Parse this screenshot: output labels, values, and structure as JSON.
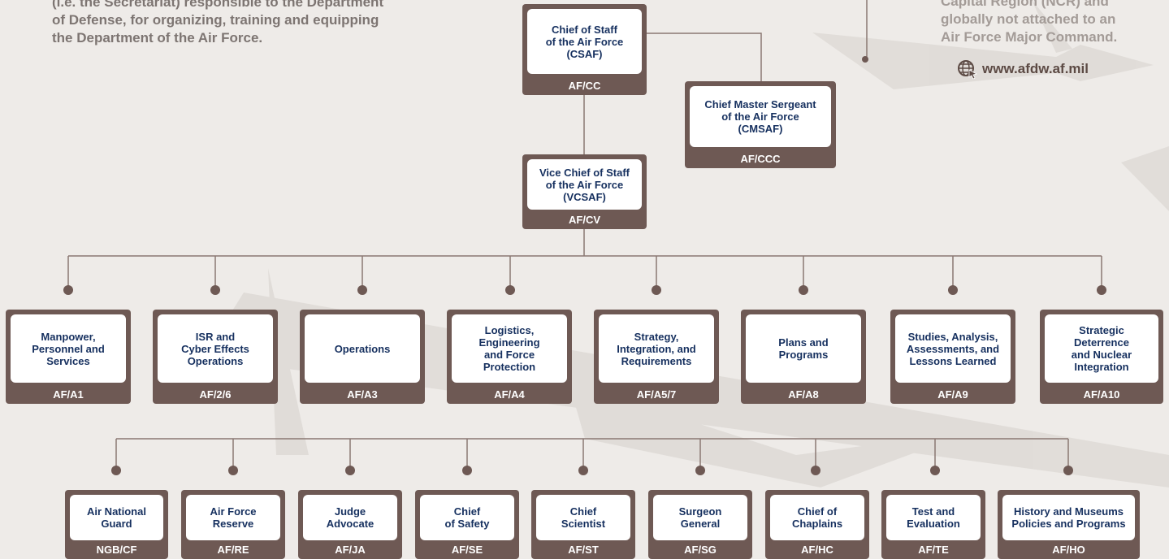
{
  "intro": {
    "lines": [
      "(i.e. the Secretariat) responsible to the Department",
      "of Defense, for organizing, training and equipping",
      "the Department of the Air Force."
    ]
  },
  "sidebar": {
    "lines": [
      "Capital Region (NCR) and",
      "globally not attached to an",
      "Air Force Major Command."
    ],
    "website": "www.afdw.af.mil"
  },
  "leadership": {
    "csaf": {
      "title": "Chief of Staff\nof the Air Force\n(CSAF)",
      "code": "AF/CC"
    },
    "cmsaf": {
      "title": "Chief Master Sergeant\nof the Air Force\n(CMSAF)",
      "code": "AF/CCC"
    },
    "vcsaf": {
      "title": "Vice Chief of Staff\nof the Air Force\n(VCSAF)",
      "code": "AF/CV"
    }
  },
  "staff": [
    {
      "title": "Manpower,\nPersonnel and\nServices",
      "code": "AF/A1"
    },
    {
      "title": "ISR and\nCyber Effects\nOperations",
      "code": "AF/2/6"
    },
    {
      "title": "Operations",
      "code": "AF/A3"
    },
    {
      "title": "Logistics,\nEngineering\nand Force\nProtection",
      "code": "AF/A4"
    },
    {
      "title": "Strategy,\nIntegration, and\nRequirements",
      "code": "AF/A5/7"
    },
    {
      "title": "Plans and\nPrograms",
      "code": "AF/A8"
    },
    {
      "title": "Studies, Analysis,\nAssessments, and\nLessons Learned",
      "code": "AF/A9"
    },
    {
      "title": "Strategic\nDeterrence\nand Nuclear\nIntegration",
      "code": "AF/A10"
    }
  ],
  "special": [
    {
      "title": "Air National\nGuard",
      "code": "NGB/CF"
    },
    {
      "title": "Air Force\nReserve",
      "code": "AF/RE"
    },
    {
      "title": "Judge\nAdvocate",
      "code": "AF/JA"
    },
    {
      "title": "Chief\nof Safety",
      "code": "AF/SE"
    },
    {
      "title": "Chief\nScientist",
      "code": "AF/ST"
    },
    {
      "title": "Surgeon\nGeneral",
      "code": "AF/SG"
    },
    {
      "title": "Chief of\nChaplains",
      "code": "AF/HC"
    },
    {
      "title": "Test and\nEvaluation",
      "code": "AF/TE"
    },
    {
      "title": "History and Museums\nPolicies and Programs",
      "code": "AF/HO"
    }
  ],
  "colors": {
    "box": "#6e5954",
    "title_text": "#16305f",
    "connector": "#8a7873"
  },
  "icons": {
    "website": "globe-cursor-icon"
  }
}
